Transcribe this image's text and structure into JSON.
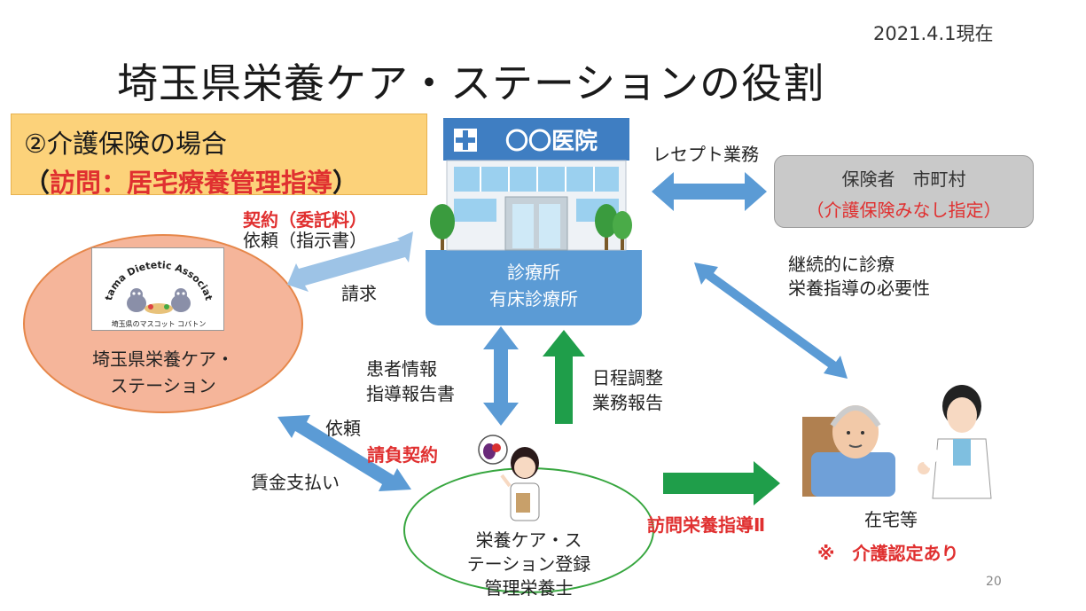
{
  "date": "2021.4.1現在",
  "title": "埼玉県栄養ケア・ステーションの役割",
  "page_number": "20",
  "case": {
    "line1": "②介護保険の場合",
    "line2_open": "（",
    "line2_red": "訪問：居宅療養管理指導",
    "line2_close": "）"
  },
  "clinic": {
    "sign": "〇〇医院",
    "line1": "診療所",
    "line2": "有床診療所"
  },
  "insurer": {
    "line1": "保険者　市町村",
    "line2": "（介護保険みなし指定）"
  },
  "sda": {
    "logo_text": "Saitama Dietetic Association",
    "logo_caption": "埼玉県のマスコット コバトン",
    "name_line1": "埼玉県栄養ケア・",
    "name_line2": "ステーション"
  },
  "station": {
    "line1": "栄養ケア・ス",
    "line2": "テーション登録",
    "line3": "管理栄養士"
  },
  "home": {
    "caption": "在宅等",
    "note": "※　介護認定あり"
  },
  "labels": {
    "receipt": "レセプト業務",
    "contract_fee": "契約（委託料）",
    "request_order": "依頼（指示書）",
    "claim": "請求",
    "continued_care_1": "継続的に診療",
    "continued_care_2": "栄養指導の必要性",
    "patient_info_1": "患者情報",
    "patient_info_2": "指導報告書",
    "schedule_1": "日程調整",
    "schedule_2": "業務報告",
    "request": "依頼",
    "subcontract": "請負契約",
    "payment": "賃金支払い",
    "visit_guidance": "訪問栄養指導Ⅱ"
  },
  "colors": {
    "blue_arrow": "#5b9bd5",
    "light_blue_arrow": "#9dc3e6",
    "green_arrow": "#1f9e4a",
    "accent_red": "#e03030",
    "case_box": "#fcd27a",
    "sda_ellipse": "#f5b59a",
    "station_ring": "#37a63f"
  }
}
